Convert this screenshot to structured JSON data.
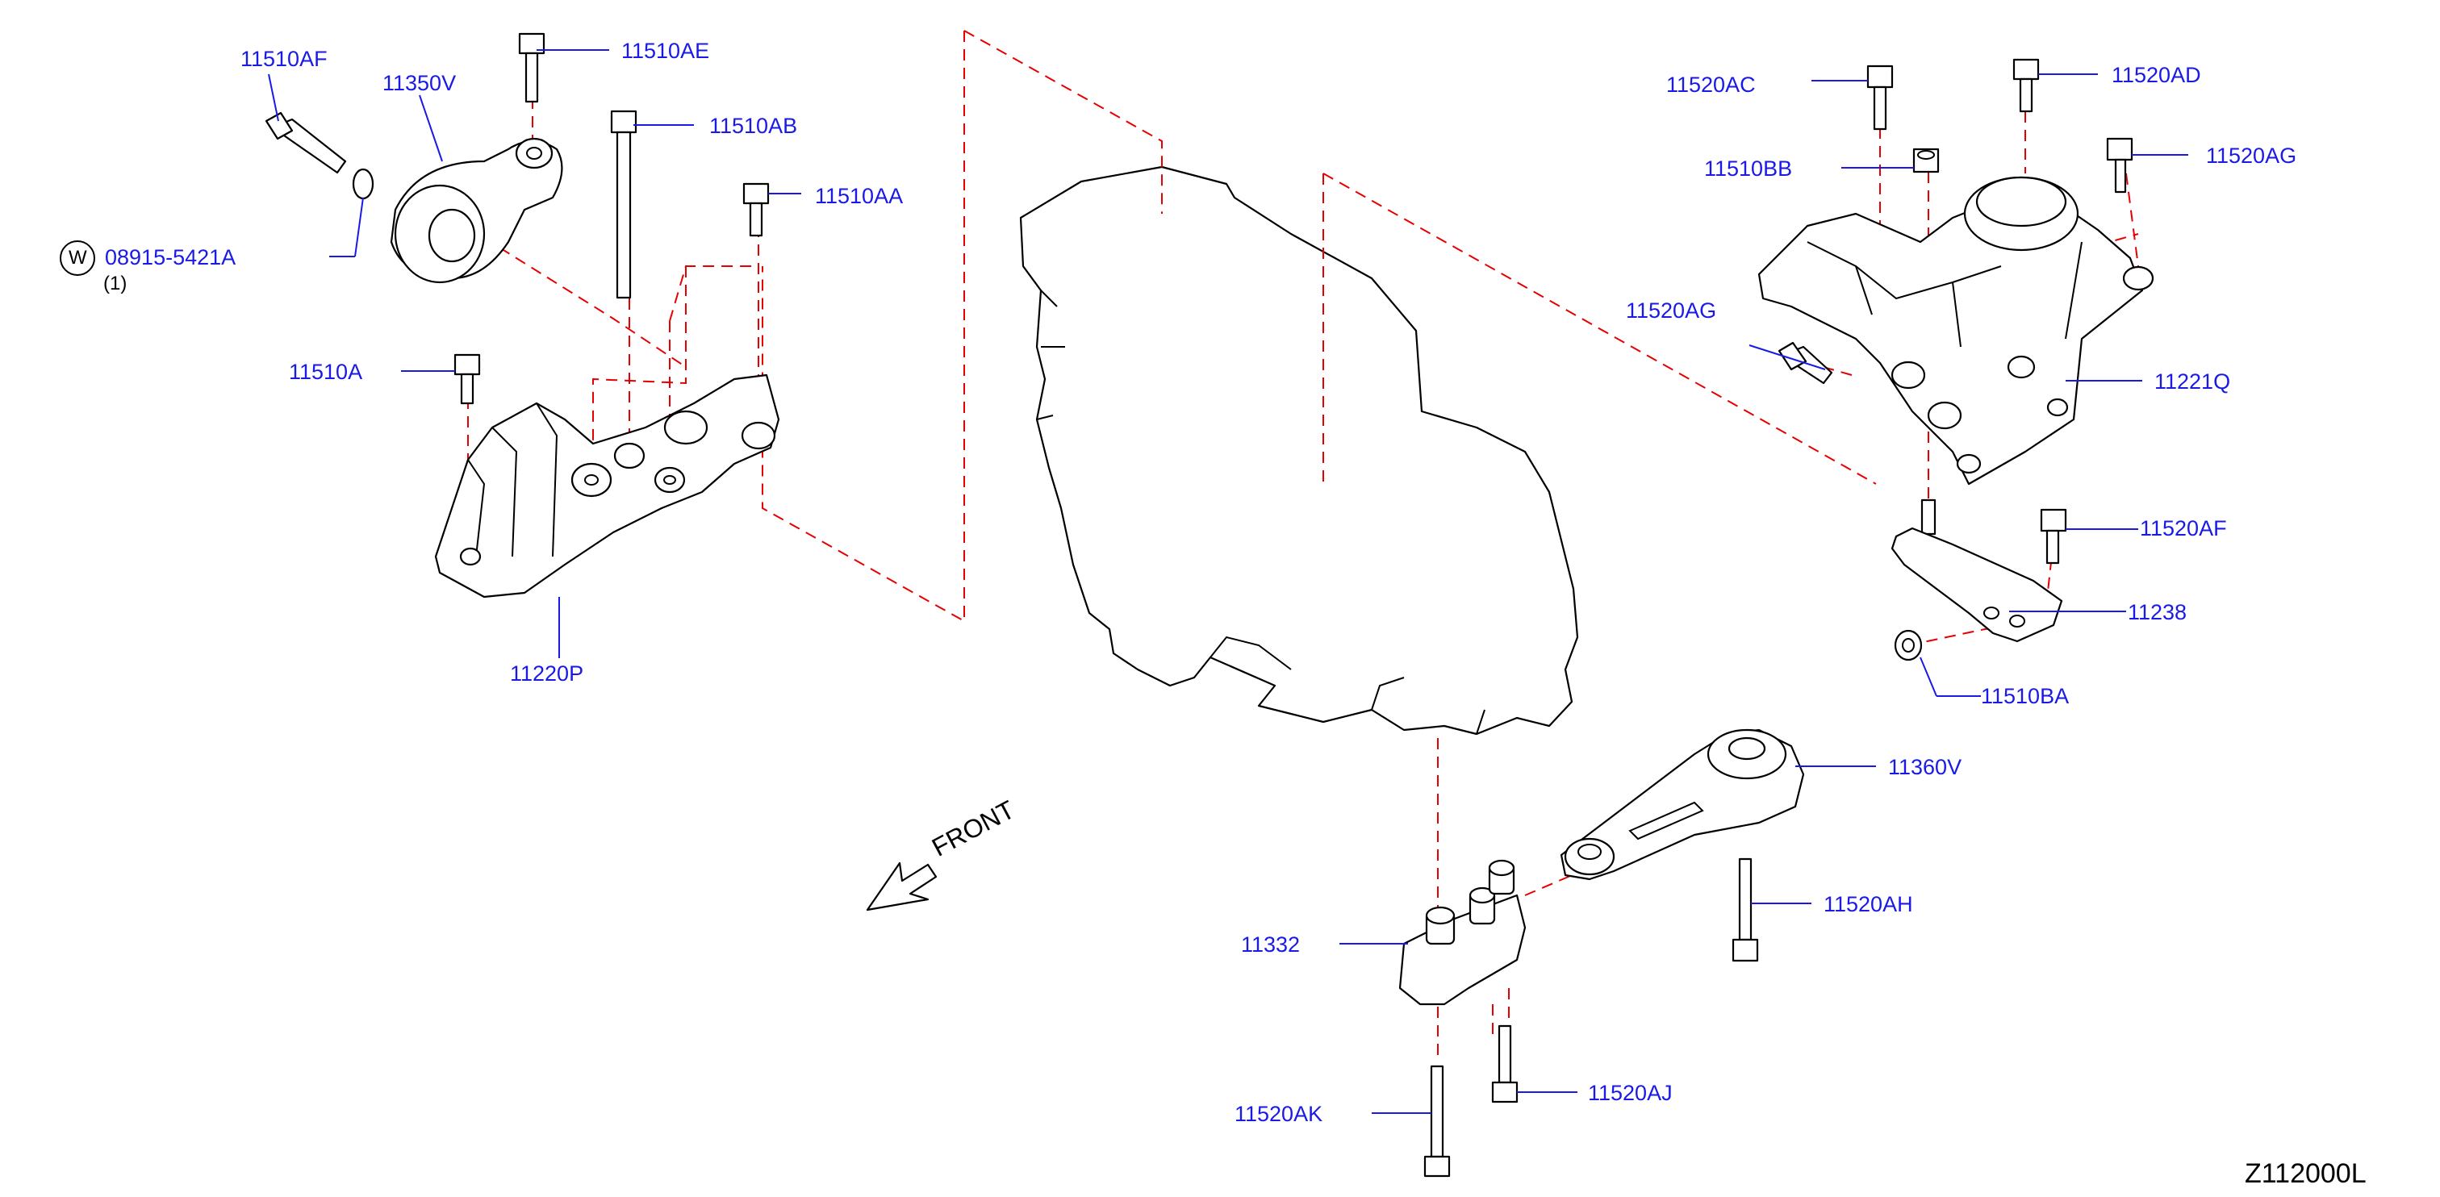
{
  "parts": {
    "p11510AF": "11510AF",
    "p11510AE": "11510AE",
    "p11350V": "11350V",
    "p11510AB": "11510AB",
    "p11510AA": "11510AA",
    "p08915": "08915-5421A",
    "p08915_qty": "(1)",
    "p08915_symbol": "W",
    "p11510A": "11510A",
    "p11220P": "11220P",
    "p11520AC": "11520AC",
    "p11520AD": "11520AD",
    "p11510BB": "11510BB",
    "p11520AG_top": "11520AG",
    "p11520AG_left": "11520AG",
    "p11221Q": "11221Q",
    "p11520AF": "11520AF",
    "p11238": "11238",
    "p11510BA": "11510BA",
    "p11360V": "11360V",
    "p11520AH": "11520AH",
    "p11332": "11332",
    "p11520AJ": "11520AJ",
    "p11520AK": "11520AK"
  },
  "front_label": "FRONT",
  "diagram_code": "Z112000L",
  "colors": {
    "callout": "#1a1ae6",
    "dashed_line": "#e60000",
    "line_art": "#000000"
  }
}
